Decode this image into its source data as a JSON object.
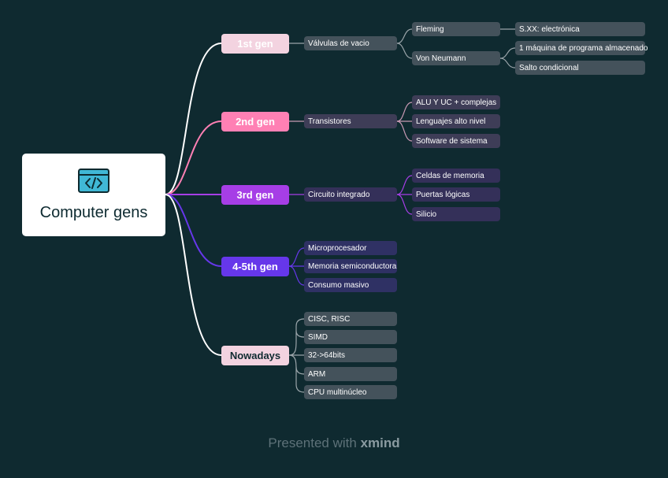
{
  "root": {
    "title": "Computer gens",
    "icon": "code-window-icon",
    "icon_color": "#40b8d6"
  },
  "generations": [
    {
      "label": "1st gen",
      "color": "#f3d3e0",
      "text_color": "#ffffff",
      "topic": "Válvulas de vacio",
      "items": [
        {
          "label": "Fleming",
          "details": [
            "S.XX: electrónica"
          ]
        },
        {
          "label": "Von Neumann",
          "details": [
            "1 máquina de programa almacenado",
            "Salto condicional"
          ]
        }
      ]
    },
    {
      "label": "2nd gen",
      "color": "#ff80b4",
      "text_color": "#ffffff",
      "topic": "Transistores",
      "items": [
        {
          "label": "ALU Y UC  + complejas"
        },
        {
          "label": "Lenguajes alto nivel"
        },
        {
          "label": "Software de sistema"
        }
      ]
    },
    {
      "label": "3rd gen",
      "color": "#a63ee6",
      "text_color": "#ffffff",
      "topic": "Circuito integrado",
      "items": [
        {
          "label": "Celdas de memoria"
        },
        {
          "label": "Puertas lógicas"
        },
        {
          "label": "Silicio"
        }
      ]
    },
    {
      "label": "4-5th gen",
      "color": "#6637ea",
      "text_color": "#ffffff",
      "items": [
        {
          "label": "Microprocesador"
        },
        {
          "label": "Memoria semiconductora"
        },
        {
          "label": "Consumo masivo"
        }
      ]
    },
    {
      "label": "Nowadays",
      "color": "#f3d3e0",
      "text_color": "#0f2a30",
      "items": [
        {
          "label": "CISC, RISC"
        },
        {
          "label": "SIMD"
        },
        {
          "label": "32->64bits"
        },
        {
          "label": "ARM"
        },
        {
          "label": "CPU multinúcleo"
        }
      ]
    }
  ],
  "footer": {
    "prefix": "Presented with ",
    "brand": "xmind"
  }
}
